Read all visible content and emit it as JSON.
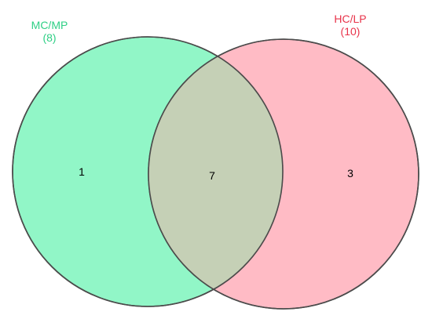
{
  "venn": {
    "sets": [
      {
        "name": "MC/MP",
        "size_label": "(8)",
        "color": "#2ecf85",
        "fill": "#7ef5bd"
      },
      {
        "name": "HC/LP",
        "size_label": "(10)",
        "color": "#e8334a",
        "fill": "#ffa4b2"
      }
    ],
    "regions": {
      "left_only": "1",
      "both": "7",
      "right_only": "3"
    },
    "overlap_fill": "#c5d0b6"
  }
}
